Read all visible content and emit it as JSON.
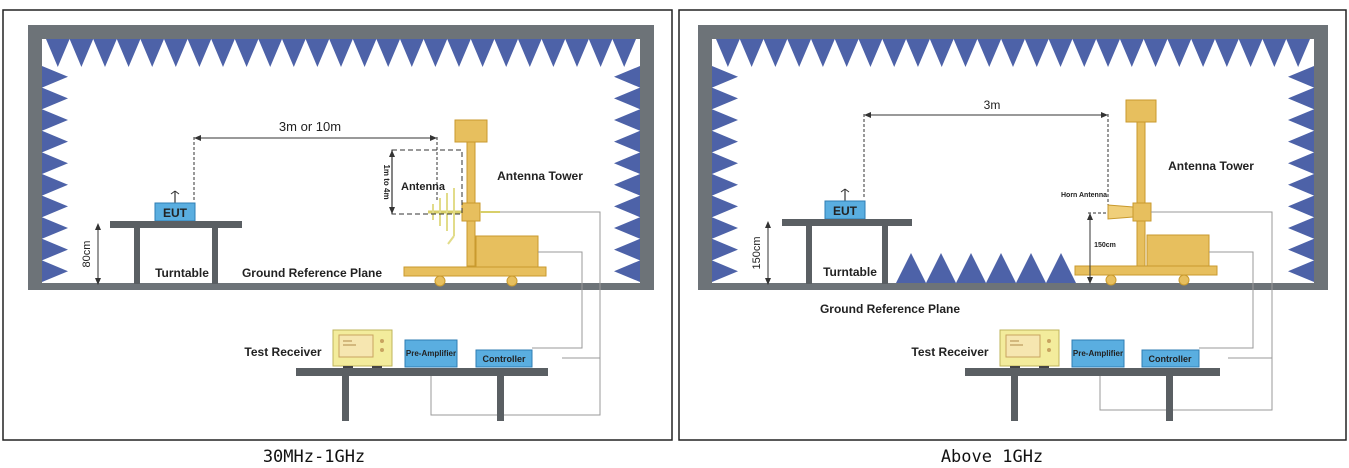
{
  "panels": [
    {
      "caption": "30MHz-1GHz",
      "distance_label": "3m or 10m",
      "eut_label": "EUT",
      "table_height_label": "80cm",
      "turntable_label": "Turntable",
      "ground_label": "Ground Reference Plane",
      "antenna_label": "Antenna",
      "antenna_height_label": "1m to 4m",
      "tower_label": "Antenna Tower",
      "receiver_label": "Test Receiver",
      "preamp_label": "Pre-Amplifier",
      "controller_label": "Controller"
    },
    {
      "caption": "Above 1GHz",
      "distance_label": "3m",
      "eut_label": "EUT",
      "table_height_label": "150cm",
      "turntable_label": "Turntable",
      "ground_label": "Ground Reference Plane",
      "antenna_label": "Horn Antenna",
      "antenna_height_label": "150cm",
      "tower_label": "Antenna Tower",
      "receiver_label": "Test Receiver",
      "preamp_label": "Pre-Amplifier",
      "controller_label": "Controller"
    }
  ],
  "colors": {
    "chamber_wall": "#6d7378",
    "absorber": "#4d62a8",
    "eut": "#5aaee0",
    "tower": "#e7bf5e",
    "tower_dark": "#c99a2e",
    "table": "#5a5f63",
    "receiver": "#f3ec9c"
  }
}
